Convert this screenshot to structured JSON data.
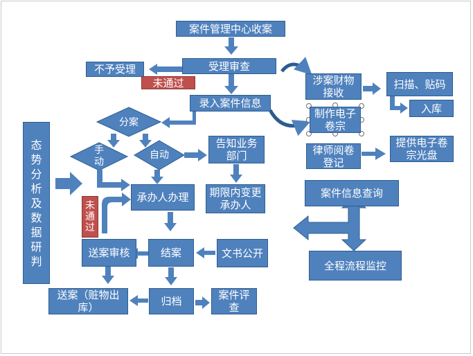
{
  "colors": {
    "fill": "#4f81bd",
    "stroke": "#2c5d8f",
    "reject": "#c0504d",
    "text": "#ffffff"
  },
  "nodes": {
    "intake": "案件管理中心收案",
    "review": "受理审查",
    "reject": "不予受理",
    "not_passed_1": "未通过",
    "property_receipt": "涉案财物接收",
    "scan_label": "扫描、贴码",
    "warehouse": "入库",
    "entry": "录入案件信息",
    "e_dossier": "制作电子卷宗",
    "lawyer_reading": "律师阅卷登记",
    "provide_disc": "提供电子卷宗光盘",
    "split": "分案",
    "manual": "手动",
    "auto": "自动",
    "notify_dept": "告知业务部门",
    "handler": "承办人办理",
    "change_handler": "期限内变更承办人",
    "not_passed_2": "未通过",
    "trend_analysis": "态势分析及数据研判",
    "case_query": "案件信息查询",
    "process_monitor": "全程流程监控",
    "send_review": "送案审核",
    "close_case": "结案",
    "doc_publish": "文书公开",
    "send_out": "送案（赃物出库）",
    "archive": "归档",
    "case_evaluation": "案件评查"
  }
}
